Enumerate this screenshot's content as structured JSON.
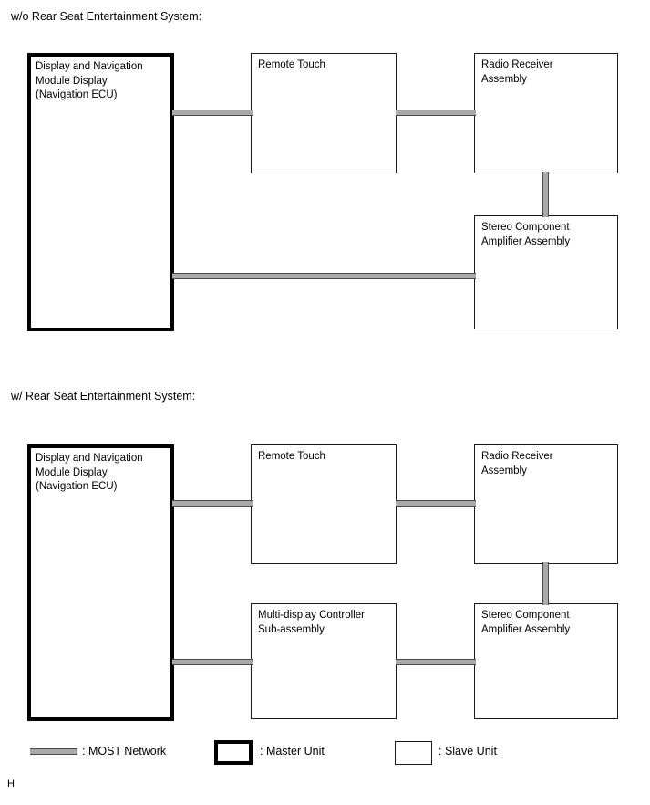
{
  "page": {
    "footer_mark": "H"
  },
  "sections": [
    {
      "id": "without-rse",
      "title": "w/o Rear Seat Entertainment System:",
      "units": [
        {
          "name": "display-navigation-module-display",
          "label": "Display and Navigation\nModule Display\n(Navigation ECU)",
          "type": "master"
        },
        {
          "name": "remote-touch",
          "label": "Remote Touch",
          "type": "slave"
        },
        {
          "name": "radio-receiver-assembly",
          "label": "Radio Receiver\nAssembly",
          "type": "slave"
        },
        {
          "name": "stereo-component-amplifier-assembly",
          "label": "Stereo Component\nAmplifier Assembly",
          "type": "slave"
        }
      ],
      "links": [
        {
          "name": "link-display-to-remote-touch",
          "from": "display-navigation-module-display",
          "to": "remote-touch",
          "orientation": "horizontal"
        },
        {
          "name": "link-remote-touch-to-radio-receiver",
          "from": "remote-touch",
          "to": "radio-receiver-assembly",
          "orientation": "horizontal"
        },
        {
          "name": "link-radio-receiver-to-stereo-amplifier",
          "from": "radio-receiver-assembly",
          "to": "stereo-component-amplifier-assembly",
          "orientation": "vertical"
        },
        {
          "name": "link-display-to-stereo-amplifier",
          "from": "display-navigation-module-display",
          "to": "stereo-component-amplifier-assembly",
          "orientation": "horizontal"
        }
      ]
    },
    {
      "id": "with-rse",
      "title": "w/ Rear Seat Entertainment System:",
      "units": [
        {
          "name": "display-navigation-module-display",
          "label": "Display and Navigation\nModule Display\n(Navigation ECU)",
          "type": "master"
        },
        {
          "name": "remote-touch",
          "label": "Remote Touch",
          "type": "slave"
        },
        {
          "name": "radio-receiver-assembly",
          "label": "Radio Receiver\nAssembly",
          "type": "slave"
        },
        {
          "name": "multi-display-controller-sub-assembly",
          "label": "Multi-display Controller\nSub-assembly",
          "type": "slave"
        },
        {
          "name": "stereo-component-amplifier-assembly",
          "label": "Stereo Component\nAmplifier Assembly",
          "type": "slave"
        }
      ],
      "links": [
        {
          "name": "link-display-to-remote-touch",
          "from": "display-navigation-module-display",
          "to": "remote-touch",
          "orientation": "horizontal"
        },
        {
          "name": "link-remote-touch-to-radio-receiver",
          "from": "remote-touch",
          "to": "radio-receiver-assembly",
          "orientation": "horizontal"
        },
        {
          "name": "link-radio-receiver-to-stereo-amplifier",
          "from": "radio-receiver-assembly",
          "to": "stereo-component-amplifier-assembly",
          "orientation": "vertical"
        },
        {
          "name": "link-display-to-multi-display-controller",
          "from": "display-navigation-module-display",
          "to": "multi-display-controller-sub-assembly",
          "orientation": "horizontal"
        },
        {
          "name": "link-multi-display-controller-to-stereo-amplifier",
          "from": "multi-display-controller-sub-assembly",
          "to": "stereo-component-amplifier-assembly",
          "orientation": "horizontal"
        }
      ]
    }
  ],
  "legend": {
    "items": [
      {
        "name": "legend-most-network",
        "swatch": "most-network-bar",
        "label": ": MOST Network"
      },
      {
        "name": "legend-master-unit",
        "swatch": "master-unit-box",
        "label": ": Master Unit"
      },
      {
        "name": "legend-slave-unit",
        "swatch": "slave-unit-box",
        "label": ": Slave Unit"
      }
    ]
  },
  "colors": {
    "most_network_fill": "#a9a9a9",
    "most_network_edge": "#4a4a4a",
    "master_border": "#000000",
    "slave_border": "#1a1a1a",
    "background": "#ffffff",
    "text": "#000000"
  }
}
